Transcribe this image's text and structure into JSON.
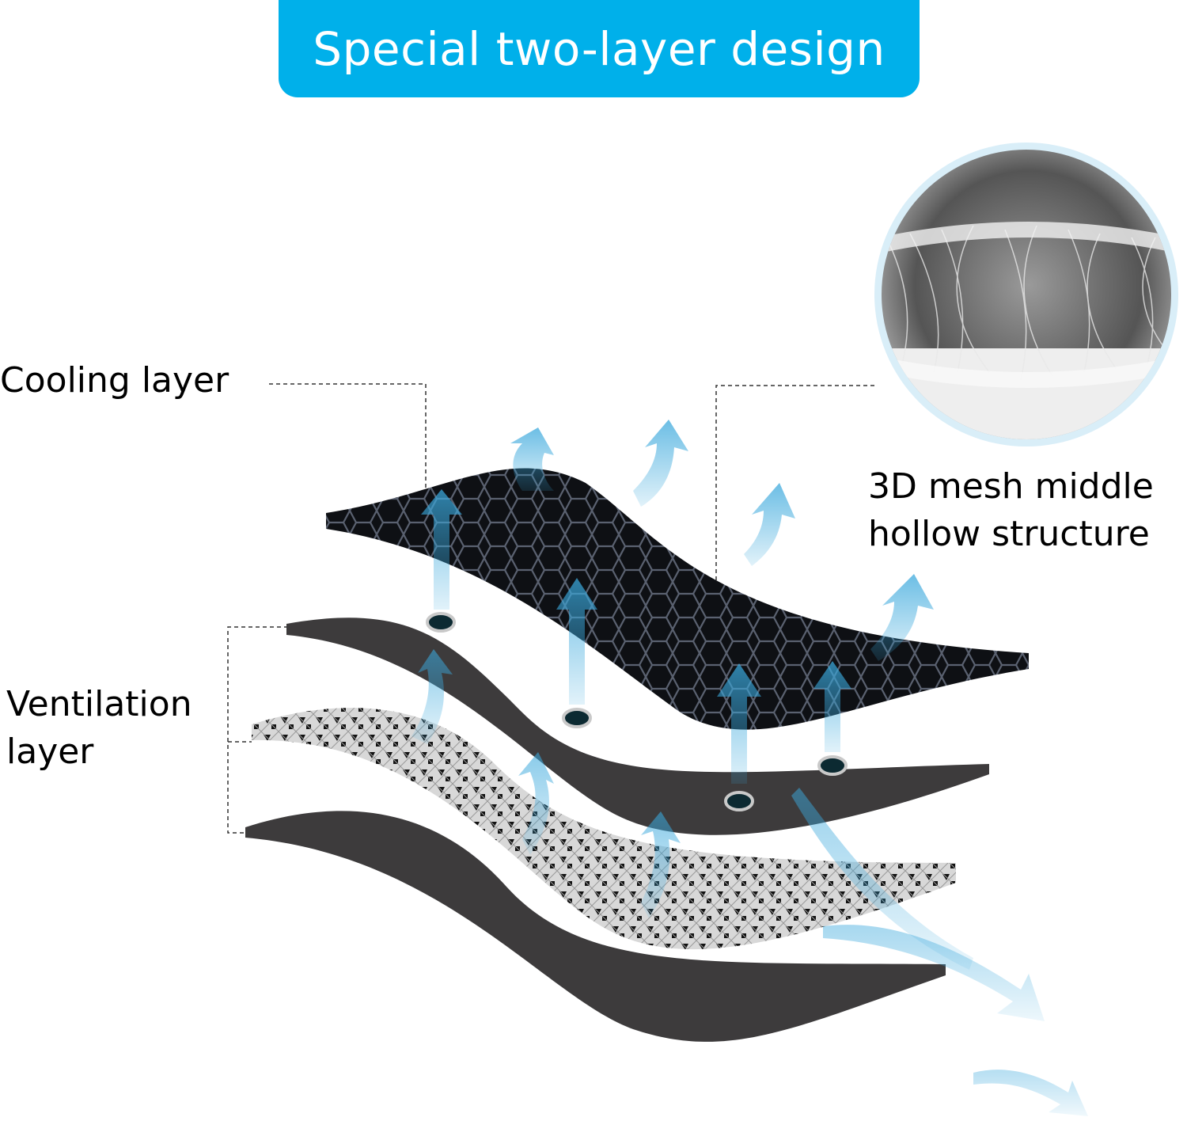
{
  "banner": {
    "title": "Special two-layer design",
    "color": "#00b0ea"
  },
  "labels": {
    "cooling": "Cooling layer",
    "mesh_line1": "3D mesh middle",
    "mesh_line2": "hollow structure",
    "ventilation_line1": "Ventilation",
    "ventilation_line2": "layer"
  },
  "colors": {
    "airflow": "#4fb8e6",
    "sheet": "#3d3b3c",
    "mesh": "#121418"
  }
}
